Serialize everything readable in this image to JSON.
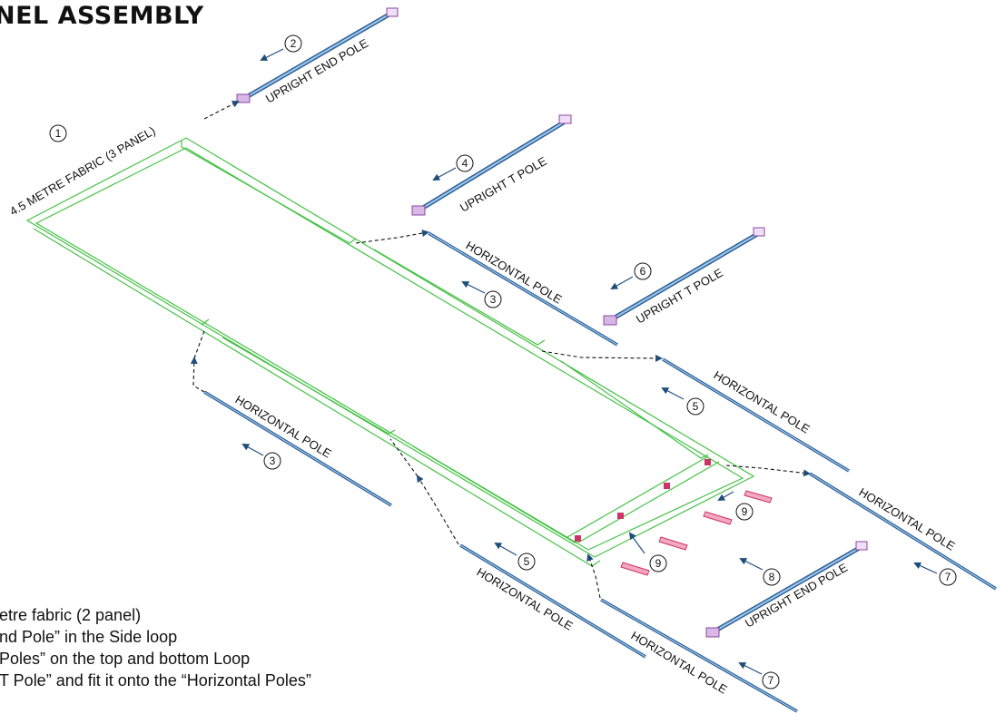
{
  "title": "NEL ASSEMBLY",
  "labels": {
    "fabric": "4.5 METRE FABRIC (3 PANEL)",
    "upright_end_pole_1": "UPRIGHT END POLE",
    "upright_t_pole_1": "UPRIGHT T POLE",
    "upright_t_pole_2": "UPRIGHT T POLE",
    "upright_end_pole_2": "UPRIGHT END POLE",
    "horizontal_pole_1": "HORIZONTAL POLE",
    "horizontal_pole_2": "HORIZONTAL POLE",
    "horizontal_pole_3": "HORIZONTAL POLE",
    "horizontal_pole_4": "HORIZONTAL POLE",
    "horizontal_pole_5": "HORIZONTAL POLE",
    "horizontal_pole_6": "HORIZONTAL POLE"
  },
  "callouts": [
    "1",
    "2",
    "3",
    "3",
    "4",
    "5",
    "5",
    "6",
    "7",
    "7",
    "8",
    "9",
    "9"
  ],
  "instructions": [
    "etre fabric (2 panel)",
    "nd Pole” in the Side loop",
    " Poles” on the top and bottom Loop",
    "T Pole” and fit it onto the “Horizontal Poles”"
  ],
  "colors": {
    "fabric": "#46c146",
    "pole": "#2f5f93",
    "pole_highlight": "#9cc8ee",
    "connector": "#b86cc8",
    "stake": "#cc3366",
    "callout_arrow": "#22507f"
  }
}
